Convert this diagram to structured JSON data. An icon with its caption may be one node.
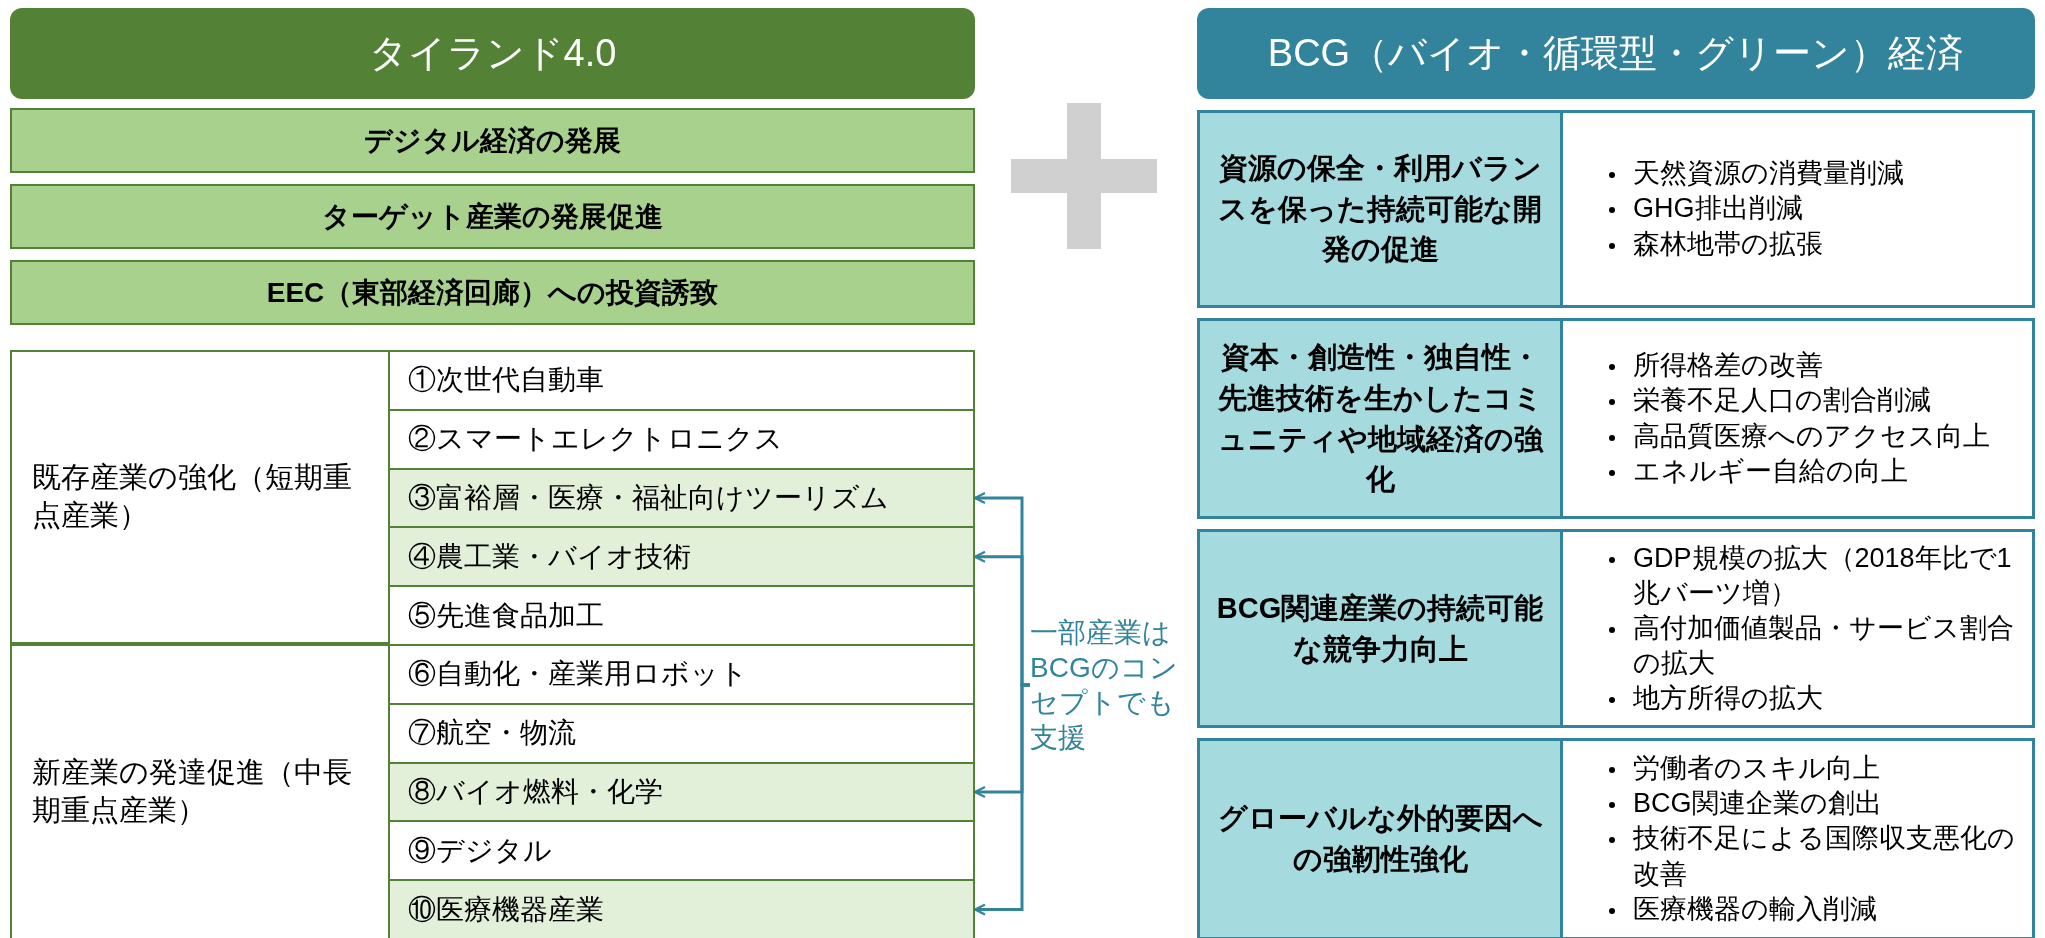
{
  "diagram": {
    "nodes": [
      {
        "text": [
          "タイランド4.0"
        ]
      },
      {
        "text": [
          "デジタル経済の発展"
        ]
      },
      {
        "text": [
          "ターゲット産業の発展促進"
        ]
      },
      {
        "text": [
          "EEC（東部経済回廊）への投資誘致"
        ]
      },
      {
        "text": [
          "既存産業の強化（短期重点産業）"
        ]
      },
      {
        "text": [
          "新産業の発達促進（中長期重点産業）"
        ]
      },
      {
        "text": [
          "①次世代自動車"
        ]
      },
      {
        "text": [
          "②スマートエレクトロニクス"
        ]
      },
      {
        "text": [
          "③富裕層・医療・福祉向けツーリズム"
        ]
      },
      {
        "text": [
          "④農工業・バイオ技術"
        ]
      },
      {
        "text": [
          "⑤先進食品加工"
        ]
      },
      {
        "text": [
          "⑥自動化・産業用ロボット"
        ]
      },
      {
        "text": [
          "⑦航空・物流"
        ]
      },
      {
        "text": [
          "⑧バイオ燃料・化学"
        ]
      },
      {
        "text": [
          "⑨デジタル"
        ]
      },
      {
        "text": [
          "⑩医療機器産業"
        ]
      },
      {
        "text": [
          "一部産業はBCGのコンセプトでも支援"
        ]
      },
      {
        "text": [
          "BCG（バイオ・循環型・グリーン）経済"
        ]
      },
      {
        "text": [
          "資源の保全・利用バランスを保った持続可能な開発の促進"
        ]
      },
      {
        "text": [
          "天然資源の消費量削減",
          "GHG排出削減",
          "森林地帯の拡張"
        ]
      },
      {
        "text": [
          "資本・創造性・独自性・先進技術を生かしたコミュニティや地域経済の強化"
        ]
      },
      {
        "text": [
          "所得格差の改善",
          "栄養不足人口の割合削減",
          "高品質医療へのアクセス向上",
          "エネルギー自給の向上"
        ]
      },
      {
        "text": [
          "BCG関連産業の持続可能な競争力向上"
        ]
      },
      {
        "text": [
          "GDP規模の拡大（2018年比で1兆バーツ増）",
          "高付加価値製品・サービス割合の拡大",
          "地方所得の拡大"
        ]
      },
      {
        "text": [
          "グローバルな外的要因への強靭性強化"
        ]
      },
      {
        "text": [
          "労働者のスキル向上",
          "BCG関連企業の創出",
          "技術不足による国際収支悪化の改善",
          "医療機器の輸入削減"
        ]
      }
    ],
    "edges": [
      {
        "from": 16,
        "to": 8,
        "arrow": "to"
      },
      {
        "from": 16,
        "to": 9,
        "arrow": "to"
      },
      {
        "from": 16,
        "to": 13,
        "arrow": "to"
      },
      {
        "from": 16,
        "to": 15,
        "arrow": "to"
      }
    ]
  }
}
